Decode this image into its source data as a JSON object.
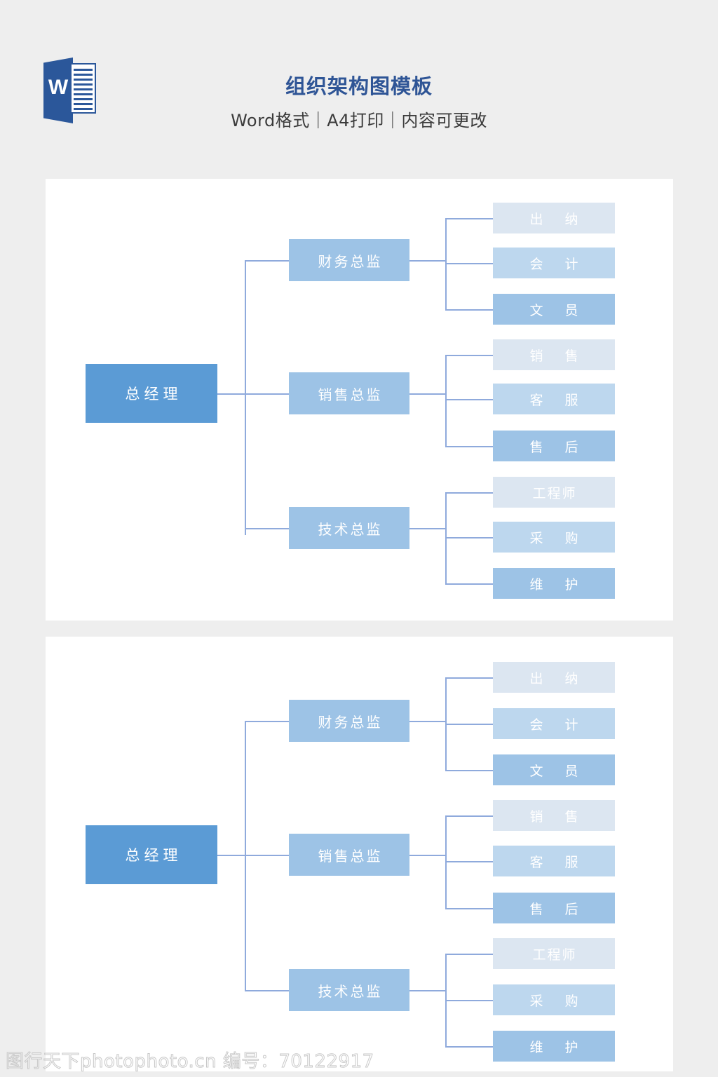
{
  "header": {
    "logo_letter": "W",
    "logo_name": "word-logo",
    "title": "组织架构图模板",
    "subtitle": "Word格式｜A4打印｜内容可更改"
  },
  "colors": {
    "page_background": "#eeeeee",
    "panel_background": "#ffffff",
    "title_blue": "#2f5596",
    "root_node": "#5b9bd5",
    "level2_node": "#9dc3e6",
    "level3_light": "#dce6f1",
    "level3_mid": "#bdd7ee",
    "level3_dark": "#9dc3e6",
    "connector": "#8faadc",
    "logo_blue": "#2b579a",
    "watermark": "#c9c9c9"
  },
  "chart_data": {
    "type": "diagram",
    "title": "组织架构图模板",
    "root": {
      "label": "总经理",
      "level": 1
    },
    "branches": [
      {
        "label": "财务总监",
        "level": 2,
        "children": [
          {
            "label": "出　纳",
            "shade": "light"
          },
          {
            "label": "会　计",
            "shade": "mid"
          },
          {
            "label": "文　员",
            "shade": "dark"
          }
        ]
      },
      {
        "label": "销售总监",
        "level": 2,
        "children": [
          {
            "label": "销　售",
            "shade": "light"
          },
          {
            "label": "客　服",
            "shade": "mid"
          },
          {
            "label": "售　后",
            "shade": "dark"
          }
        ]
      },
      {
        "label": "技术总监",
        "level": 2,
        "children": [
          {
            "label": "工程师",
            "shade": "light"
          },
          {
            "label": "采　购",
            "shade": "mid"
          },
          {
            "label": "维　护",
            "shade": "dark"
          }
        ]
      }
    ]
  },
  "panels": [
    {
      "name": "org-chart-panel-1"
    },
    {
      "name": "org-chart-panel-2"
    }
  ],
  "footer": {
    "watermark": "图行天下photophoto.cn 编号：70122917"
  }
}
